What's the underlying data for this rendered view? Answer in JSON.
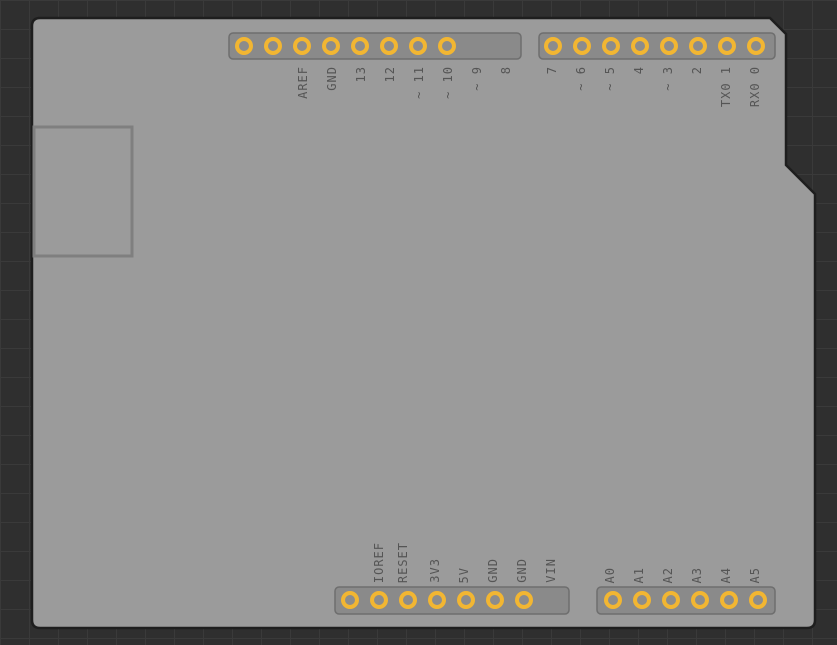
{
  "board": {
    "fill": "#9b9b9b",
    "outline": "#222222",
    "pin_color": "#f2b632",
    "header_color": "#7a7a7a"
  },
  "top_header": {
    "group1_labels": [
      "AREF",
      "GND",
      "13",
      "12",
      "~ 11",
      "~ 10",
      "~ 9",
      "8"
    ],
    "group2_labels": [
      "7",
      "~ 6",
      "~ 5",
      "4",
      "~ 3",
      "2",
      "TX0 1",
      "RX0 0"
    ]
  },
  "bottom_header": {
    "power_labels": [
      "IOREF",
      "RESET",
      "3V3",
      "5V",
      "GND",
      "GND",
      "VIN"
    ],
    "analog_labels": [
      "A0",
      "A1",
      "A2",
      "A3",
      "A4",
      "A5"
    ]
  }
}
